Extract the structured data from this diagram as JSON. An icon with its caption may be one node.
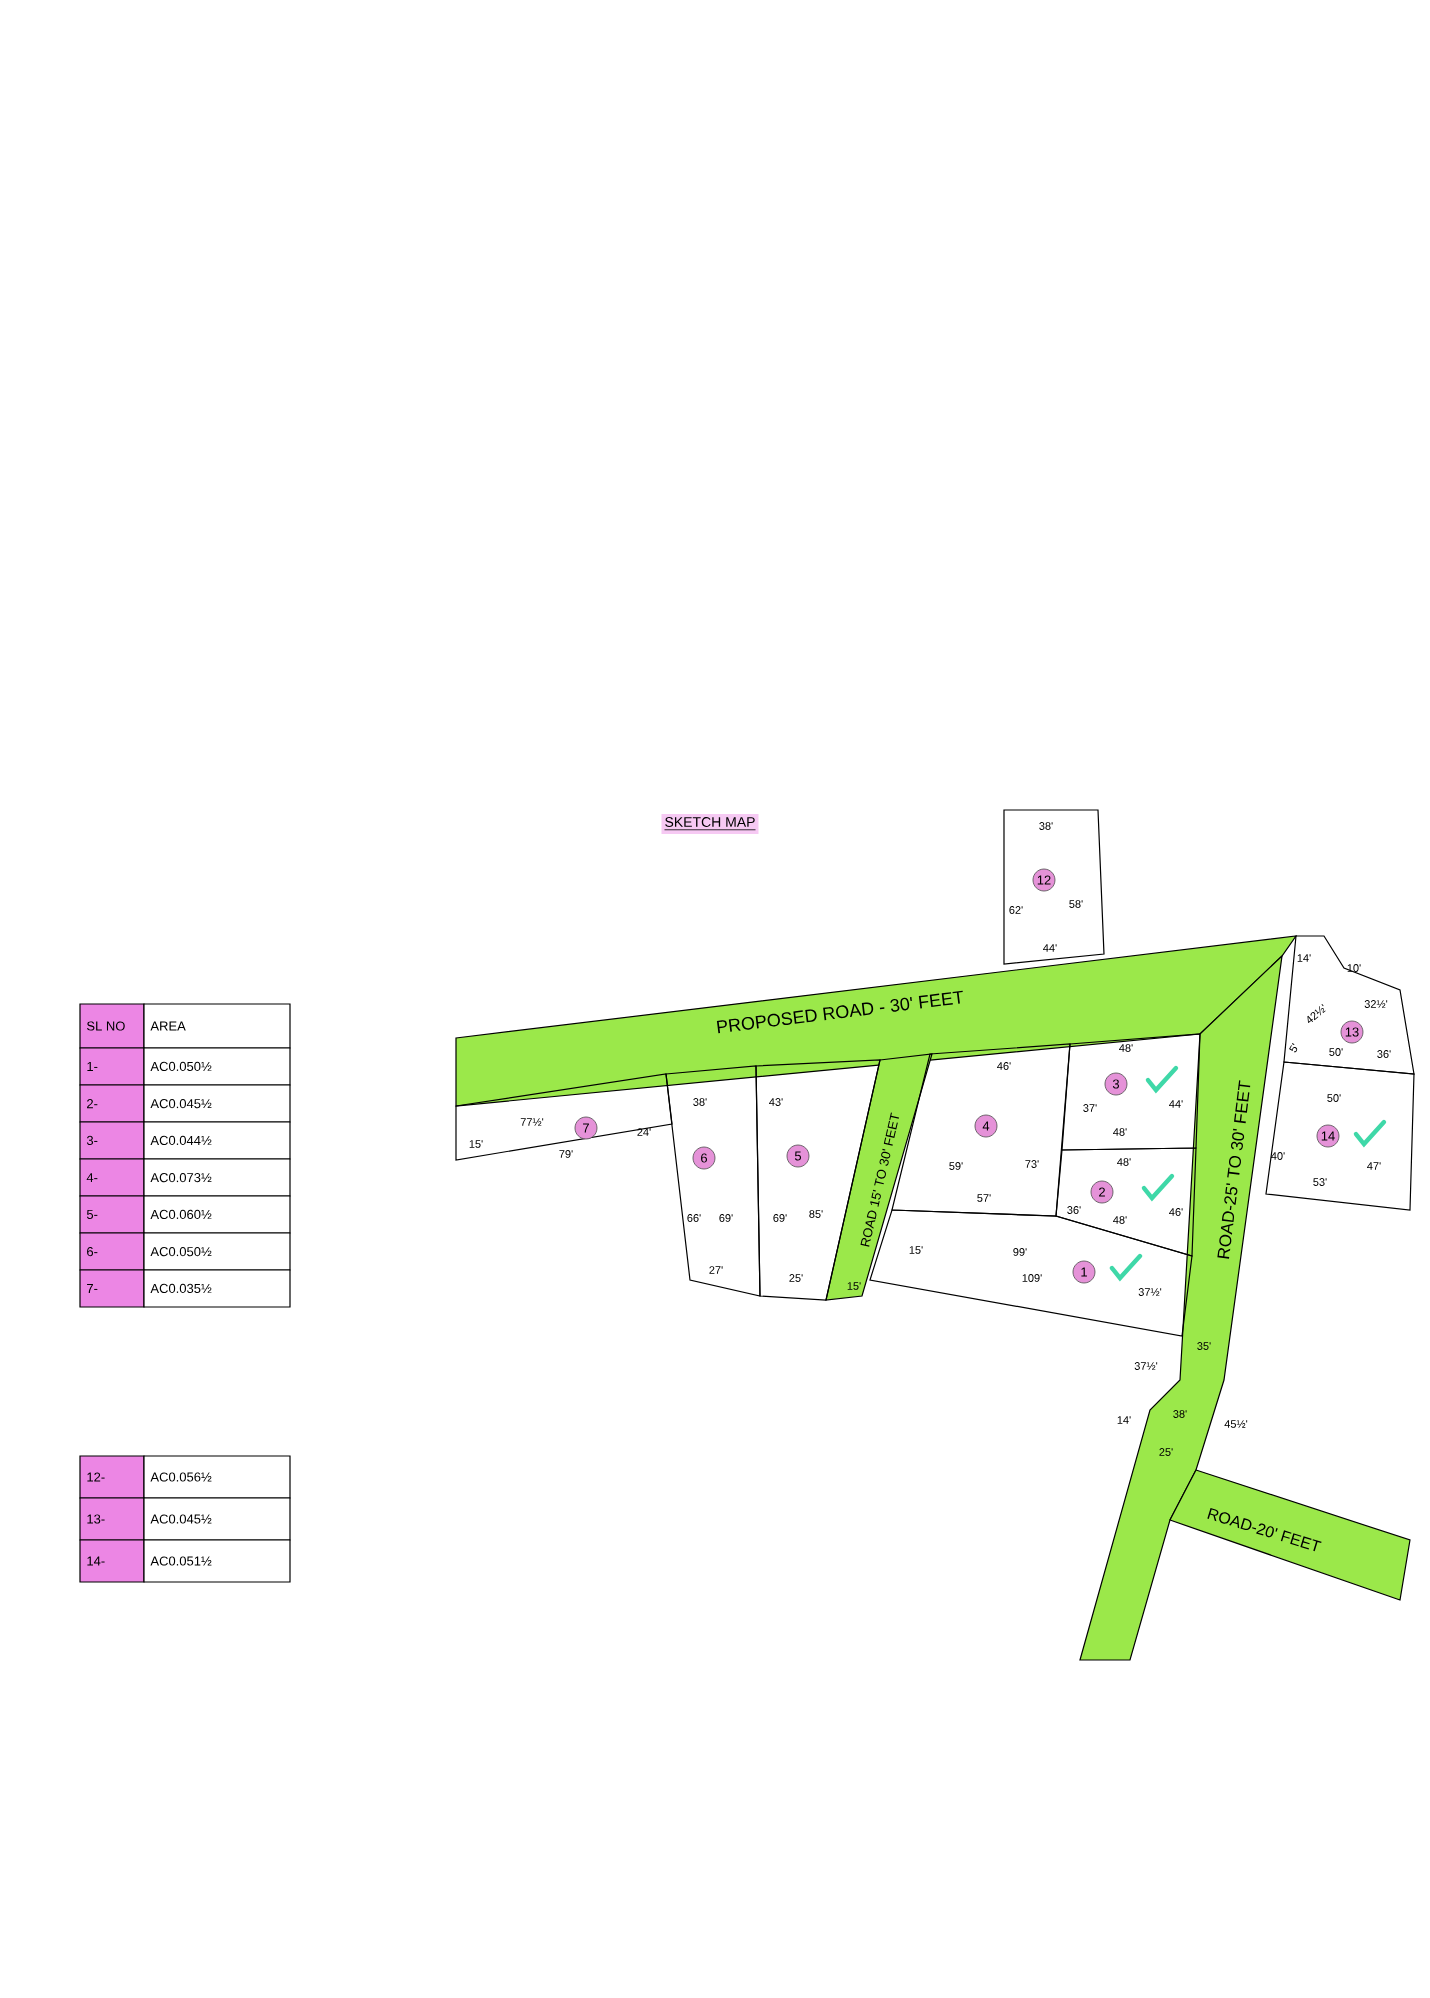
{
  "diagram": {
    "title": "SKETCH MAP",
    "nodes": [
      {
        "text": [
          "12"
        ]
      },
      {
        "text": [
          "PROPOSED ROAD - 30' FEET"
        ]
      },
      {
        "text": [
          "13"
        ]
      },
      {
        "text": [
          "7"
        ]
      },
      {
        "text": [
          "6"
        ]
      },
      {
        "text": [
          "5"
        ]
      },
      {
        "text": [
          "ROAD 15' TO 30' FEET"
        ]
      },
      {
        "text": [
          "4"
        ]
      },
      {
        "text": [
          "3"
        ]
      },
      {
        "text": [
          "ROAD-25' TO 30' FEET"
        ]
      },
      {
        "text": [
          "14"
        ]
      },
      {
        "text": [
          "2"
        ]
      },
      {
        "text": [
          "1"
        ]
      },
      {
        "text": [
          "ROAD-20' FEET"
        ]
      }
    ],
    "labels": [
      "SL NO",
      "AREA",
      "1-",
      "AC0.050½",
      "2-",
      "AC0.045½",
      "3-",
      "AC0.044½",
      "4-",
      "AC0.073½",
      "5-",
      "AC0.060½",
      "6-",
      "AC0.050½",
      "7-",
      "AC0.035½",
      "12-",
      "AC0.056½",
      "13-",
      "AC0.045½",
      "14-",
      "AC0.051½",
      "38'",
      "62'",
      "58'",
      "44'",
      "14'",
      "10'",
      "42½'",
      "32½'",
      "5'",
      "50'",
      "36'",
      "15'",
      "77½'",
      "79'",
      "24'",
      "38'",
      "66'",
      "69'",
      "27'",
      "43'",
      "69'",
      "85'",
      "25'",
      "46'",
      "59'",
      "73'",
      "57'",
      "48'",
      "37'",
      "44'",
      "48'",
      "50'",
      "40'",
      "47'",
      "53'",
      "48'",
      "36'",
      "46'",
      "48'",
      "15'",
      "99'",
      "109'",
      "37½'",
      "15'",
      "35'",
      "37½'",
      "14'",
      "38'",
      "45½'",
      "25'"
    ]
  }
}
